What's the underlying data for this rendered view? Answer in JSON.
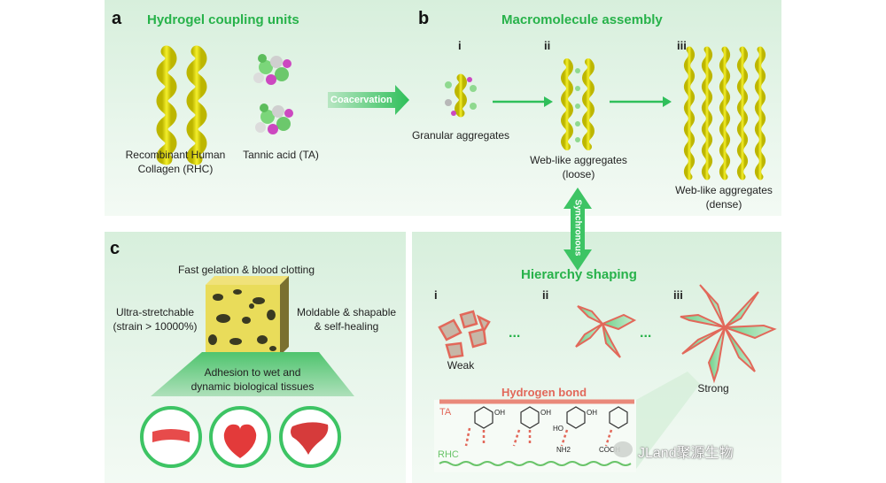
{
  "panel_a": {
    "letter": "a",
    "title": "Hydrogel coupling units",
    "rhc_label_1": "Recombinant Human",
    "rhc_label_2": "Collagen (RHC)",
    "ta_label": "Tannic acid (TA)",
    "arrow_label": "Coacervation"
  },
  "panel_b": {
    "letter": "b",
    "title": "Macromolecule assembly",
    "stage_i": "i",
    "stage_ii": "ii",
    "stage_iii": "iii",
    "granular": "Granular aggregates",
    "web_loose_1": "Web-like aggregates",
    "web_loose_2": "(loose)",
    "web_dense_1": "Web-like aggregates",
    "web_dense_2": "(dense)"
  },
  "sync_label": "Synchronous",
  "panel_c": {
    "letter": "c",
    "top": "Fast gelation & blood clotting",
    "left_1": "Ultra-stretchable",
    "left_2": "(strain > 10000%)",
    "right_1": "Moldable & shapable",
    "right_2": "& self-healing",
    "adhesion_1": "Adhesion to wet and",
    "adhesion_2": "dynamic biological tissues"
  },
  "panel_hier": {
    "title": "Hierarchy shaping",
    "stage_i": "i",
    "stage_ii": "ii",
    "stage_iii": "iii",
    "dots_1": "...",
    "dots_2": "...",
    "weak": "Weak",
    "strong": "Strong",
    "hbond": "Hydrogen bond",
    "ta": "TA",
    "rhc": "RHC",
    "oh": "OH",
    "ho": "HO",
    "nh2": "NH2",
    "cooh": "COOH"
  },
  "watermark": "JLand聚源生物",
  "colors": {
    "accent_green": "#27b24a",
    "collagen_yellow": "#e8e21a",
    "ta_red": "#e2685a"
  }
}
